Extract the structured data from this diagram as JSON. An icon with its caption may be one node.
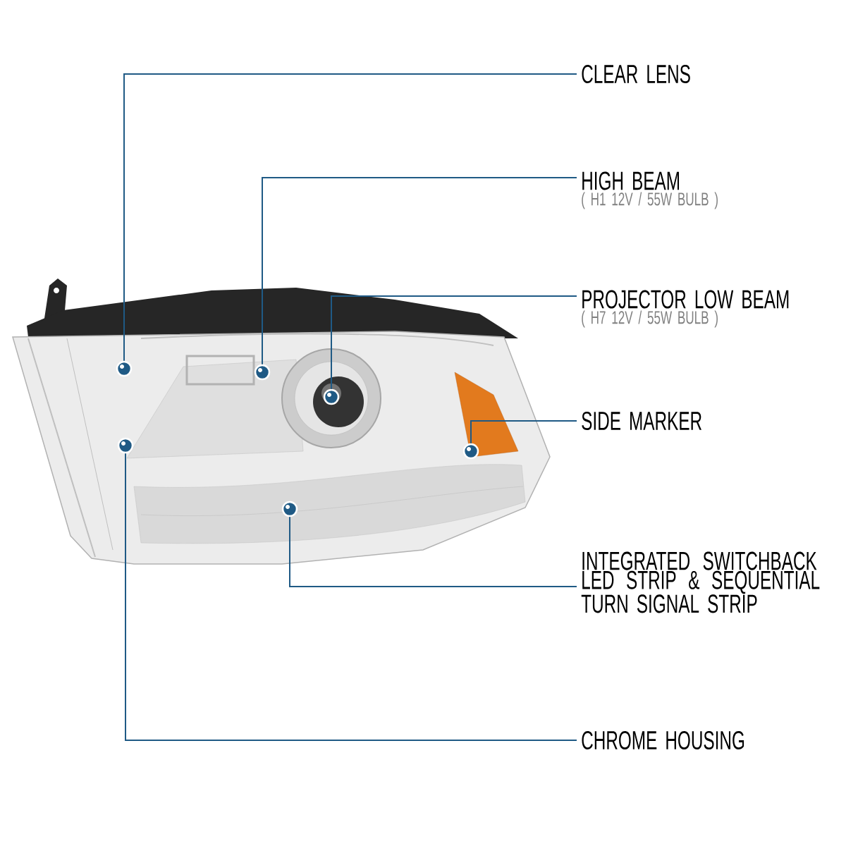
{
  "diagram": {
    "nodes": [
      {
        "text": [
          "CLEAR LENS"
        ]
      },
      {
        "text": [],
        "shape": "circle"
      },
      {
        "text": [
          "HIGH BEAM",
          "( H1 12V / 55W BULB )"
        ]
      },
      {
        "text": [],
        "shape": "circle"
      },
      {
        "text": [
          "PROJECTOR LOW BEAM",
          "( H7 12V / 55W BULB )"
        ]
      },
      {
        "text": [],
        "shape": "circle"
      },
      {
        "text": [
          "SIDE MARKER"
        ]
      },
      {
        "text": [],
        "shape": "circle"
      },
      {
        "text": [
          "INTEGRATED SWITCHBACK LED STRIP & SEQUENTIAL TURN SIGNAL STRIP"
        ]
      },
      {
        "text": [],
        "shape": "circle"
      },
      {
        "text": [
          "CHROME HOUSING"
        ]
      },
      {
        "text": [],
        "shape": "circle"
      }
    ],
    "edges": [
      {
        "from": 0,
        "to": 1,
        "arrow": "none"
      },
      {
        "from": 2,
        "to": 3,
        "arrow": "none"
      },
      {
        "from": 4,
        "to": 5,
        "arrow": "none"
      },
      {
        "from": 6,
        "to": 7,
        "arrow": "none"
      },
      {
        "from": 8,
        "to": 9,
        "arrow": "none"
      },
      {
        "from": 10,
        "to": 11,
        "arrow": "none"
      }
    ]
  }
}
